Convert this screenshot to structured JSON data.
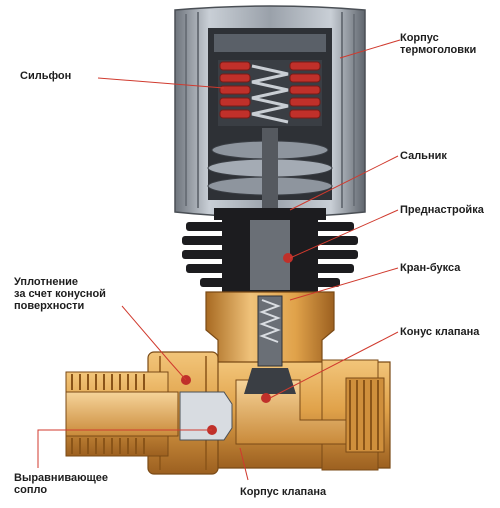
{
  "labels": {
    "sylfon": "Сильфон",
    "korpus_termogolovki": "Корпус\nтермоголовки",
    "salnik": "Сальник",
    "prednastroyka": "Преднастройка",
    "kran_buksa": "Кран-букса",
    "uplotnenie": "Уплотнение\nза счет конусной\nповерхности",
    "konus_klapana": "Конус клапана",
    "vyravnivayushchee_soplo": "Выравнивающее\nсопло",
    "korpus_klapana": "Корпус клапана"
  },
  "colors": {
    "head_gray": "#aeb5bf",
    "head_dark": "#3b3f45",
    "bellows_red": "#c0302a",
    "fins_black": "#1c1c1f",
    "brass": "#e0a24a",
    "brass_dark": "#a86a22",
    "leader_red": "#d03a2e"
  }
}
